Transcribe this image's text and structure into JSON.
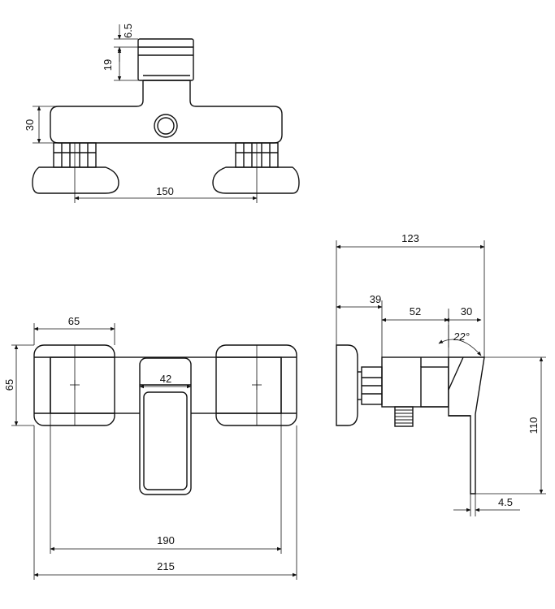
{
  "drawing": {
    "top_view": {
      "dims": {
        "d6_5": "6.5",
        "d19": "19",
        "d30": "30",
        "d150": "150"
      }
    },
    "front_view": {
      "dims": {
        "d65_w": "65",
        "d65_h": "65",
        "d42": "42",
        "d190": "190",
        "d215": "215"
      }
    },
    "side_view": {
      "dims": {
        "d123": "123",
        "d39": "39",
        "d52": "52",
        "d30": "30",
        "angle": "22°",
        "d110": "110",
        "d4_5": "4.5"
      }
    }
  }
}
